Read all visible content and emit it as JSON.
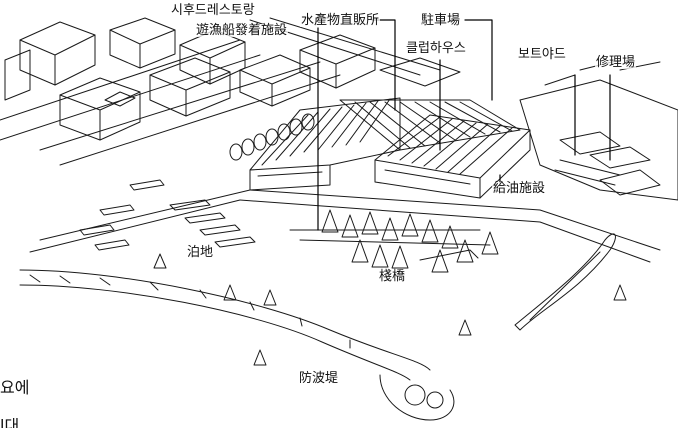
{
  "labels": {
    "seafood_restaurant": "시후드레스토랑",
    "fishing_facility": "遊漁船發着施設",
    "seafood_market": "水產物直販所",
    "parking": "駐車場",
    "clubhouse": "클럽하우스",
    "boatyard": "보트야드",
    "repair_yard": "修理場",
    "fuel_facility": "給油施設",
    "anchorage": "泊地",
    "pier": "棧橋",
    "breakwater": "防波堤"
  },
  "caption": {
    "line1": "요에",
    "line2": "l대"
  },
  "colors": {
    "ink": "#111111",
    "background": "#ffffff"
  }
}
